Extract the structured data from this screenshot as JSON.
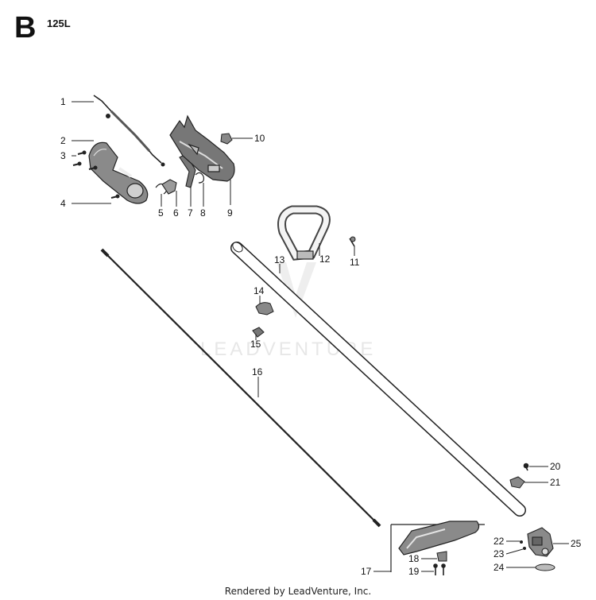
{
  "header": {
    "section": "B",
    "model": "125L"
  },
  "watermark": {
    "text": "LEADVENTURE"
  },
  "footer": {
    "rendered_by": "Rendered by LeadVenture, Inc."
  },
  "callouts": [
    "1",
    "2",
    "3",
    "4",
    "5",
    "6",
    "7",
    "8",
    "9",
    "10",
    "11",
    "12",
    "13",
    "14",
    "15",
    "16",
    "17",
    "18",
    "19",
    "20",
    "21",
    "22",
    "23",
    "24",
    "25"
  ]
}
